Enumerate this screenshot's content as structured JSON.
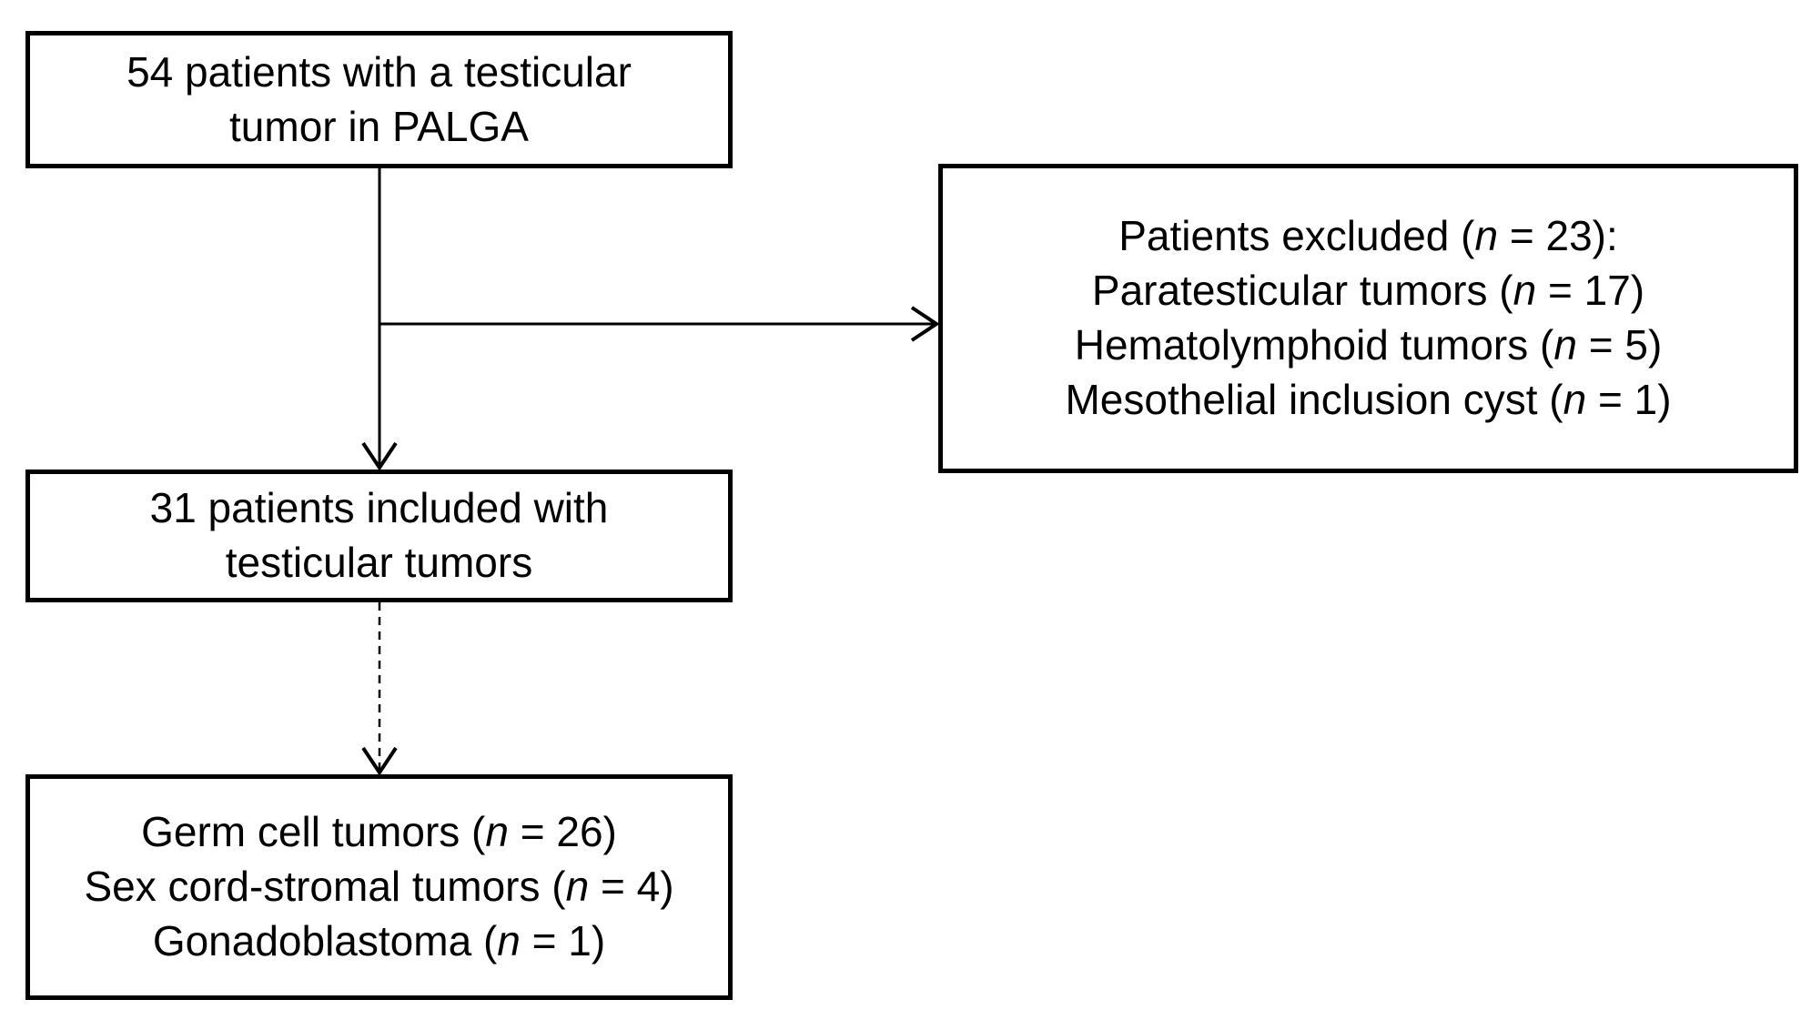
{
  "boxes": {
    "source": {
      "lines": [
        "54 patients with a testicular",
        "tumor in PALGA"
      ]
    },
    "excluded": {
      "lines": [
        {
          "pre": "Patients excluded (",
          "var": "n",
          "post": " = 23):"
        },
        {
          "pre": "Paratesticular tumors (",
          "var": "n",
          "post": " = 17)"
        },
        {
          "pre": "Hematolymphoid tumors (",
          "var": "n",
          "post": " = 5)"
        },
        {
          "pre": "Mesothelial inclusion cyst (",
          "var": "n",
          "post": " = 1)"
        }
      ]
    },
    "included": {
      "lines": [
        "31 patients included with",
        "testicular tumors"
      ]
    },
    "types": {
      "lines": [
        {
          "pre": "Germ cell tumors (",
          "var": "n",
          "post": " = 26)"
        },
        {
          "pre": "Sex cord-stromal tumors (",
          "var": "n",
          "post": " = 4)"
        },
        {
          "pre": "Gonadoblastoma (",
          "var": "n",
          "post": " = 1)"
        }
      ]
    }
  },
  "colors": {
    "line": "#000000",
    "background": "#ffffff"
  }
}
